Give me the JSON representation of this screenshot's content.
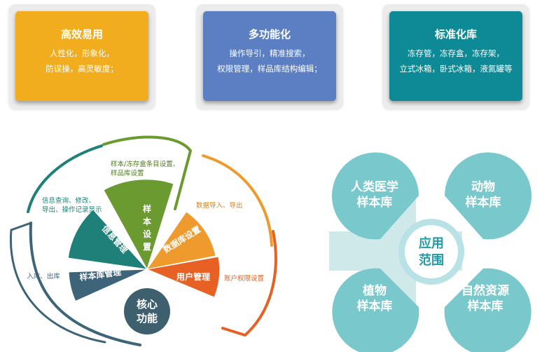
{
  "cards": [
    {
      "title": "高效易用",
      "lines": [
        "人性化，形象化，",
        "防误操，高灵敏度；"
      ],
      "color": "#f2ad1e"
    },
    {
      "title": "多功能化",
      "lines": [
        "操作导引，精准搜索，",
        "权限管理，样品库结构编辑；"
      ],
      "color": "#5b7fc2"
    },
    {
      "title": "标准化库",
      "lines": [
        "冻存管，冻存盒，冻存架，",
        "立式冰箱，卧式冰箱，液氮罐等"
      ],
      "color": "#0e8a96"
    }
  ],
  "core": {
    "center_lines": [
      "核心",
      "功能"
    ],
    "center_color": "#3d5f6e",
    "segments": [
      {
        "name": "inventory",
        "label": "样本库管理",
        "desc": "入库、出库",
        "color": "#3d6478"
      },
      {
        "name": "info",
        "label": "信息管理",
        "desc_lines": [
          "信息查询、修改、",
          "导出、操作记录显示"
        ],
        "color": "#1e8079"
      },
      {
        "name": "sample-setup",
        "label": "样本设置",
        "desc_lines": [
          "样本/冻存盒条目设置、",
          "样品库设置"
        ],
        "color": "#6a9a30"
      },
      {
        "name": "database",
        "label": "数据库设置",
        "desc": "数据导入、导出",
        "color": "#ee9a2c"
      },
      {
        "name": "user",
        "label": "用户管理",
        "desc": "账户权限设置",
        "color": "#e86124"
      }
    ]
  },
  "scope": {
    "center_lines": [
      "应用",
      "范围"
    ],
    "petals": [
      "人类医学|样本库",
      "动物|样本库",
      "植物|样本库",
      "自然资源|样本库"
    ],
    "petal_color": "#79c8cc",
    "center_text_color": "#1f9aa6",
    "center_ring_color": "#b8e2e5"
  }
}
